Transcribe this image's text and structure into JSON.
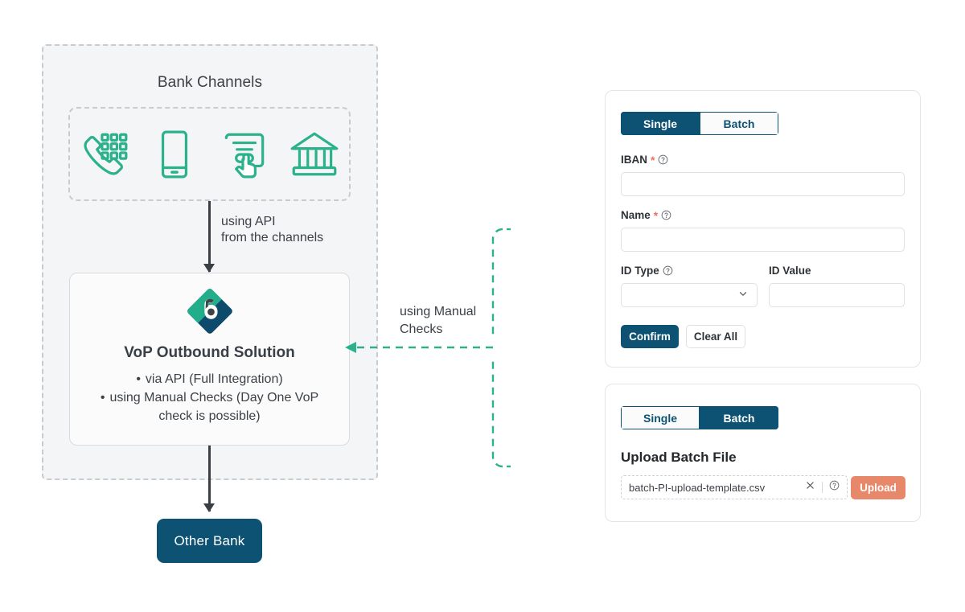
{
  "colors": {
    "navy": "#0d5273",
    "green": "#2bb18c",
    "coral": "#e8886a",
    "panel_bg": "#f4f5f6",
    "text": "#3c4147"
  },
  "diagram": {
    "bank_channels_title": "Bank Channels",
    "channels": [
      {
        "name": "phone-keypad-icon",
        "label": "Phone / IVR channel"
      },
      {
        "name": "mobile-phone-icon",
        "label": "Mobile banking channel"
      },
      {
        "name": "online-form-click-icon",
        "label": "Online banking channel"
      },
      {
        "name": "bank-building-icon",
        "label": "Branch channel"
      }
    ],
    "api_arrow_label": "using API\nfrom the channels",
    "manual_arrow_label": "using Manual\nChecks",
    "vop": {
      "logo_name": "vop-brand-logo",
      "title": "VoP Outbound Solution",
      "bullets": [
        "via API (Full Integration)",
        "using Manual Checks (Day One VoP check is possible)"
      ]
    },
    "other_bank_label": "Other Bank"
  },
  "single_card": {
    "tabs": [
      {
        "label": "Single",
        "active": true
      },
      {
        "label": "Batch",
        "active": false
      }
    ],
    "fields": {
      "iban": {
        "label": "IBAN",
        "required": true,
        "has_help": true,
        "value": "",
        "placeholder": ""
      },
      "name": {
        "label": "Name",
        "required": true,
        "has_help": true,
        "value": "",
        "placeholder": ""
      },
      "id_type": {
        "label": "ID Type",
        "required": false,
        "has_help": true,
        "value": "",
        "placeholder": ""
      },
      "id_value": {
        "label": "ID Value",
        "required": false,
        "has_help": false,
        "value": "",
        "placeholder": ""
      }
    },
    "buttons": {
      "confirm": "Confirm",
      "clear_all": "Clear All"
    }
  },
  "batch_card": {
    "tabs": [
      {
        "label": "Single",
        "active": false
      },
      {
        "label": "Batch",
        "active": true
      }
    ],
    "upload_title": "Upload Batch File",
    "file_name": "batch-PI-upload-template.csv",
    "upload_button": "Upload"
  }
}
